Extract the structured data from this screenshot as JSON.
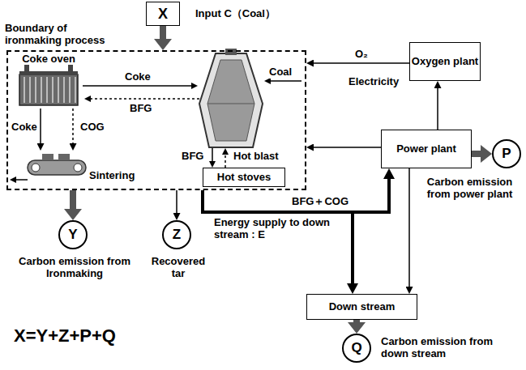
{
  "diagram": {
    "nodes": [
      {
        "text": [
          "X",
          "Input C（Coal）"
        ]
      },
      {
        "text": [
          "Boundary of ironmaking process"
        ]
      },
      {
        "text": [
          "Coke oven"
        ],
        "in": 1
      },
      {
        "text": [
          "Sintering"
        ],
        "in": 1
      },
      {
        "text": [
          "Hot stoves"
        ],
        "in": 1
      },
      {
        "text": [
          "Oxygen plant"
        ]
      },
      {
        "text": [
          "Power plant"
        ]
      },
      {
        "text": [
          "P",
          "Carbon emission from power plant"
        ]
      },
      {
        "text": [
          "Y",
          "Carbon emission from Ironmaking"
        ]
      },
      {
        "text": [
          "Z",
          "Recovered tar"
        ]
      },
      {
        "text": [
          "Down stream"
        ]
      },
      {
        "text": [
          "Q",
          "Carbon emission from down stream"
        ]
      }
    ],
    "edges": [
      {
        "from": 0,
        "to": 1,
        "arrow": "to"
      },
      {
        "from": 2,
        "to": 3,
        "label": "Coke",
        "arrow": "to"
      },
      {
        "from": 2,
        "to": 3,
        "label": "COG",
        "arrow": "to"
      },
      {
        "from": 6,
        "to": 5,
        "label": "Electricity",
        "arrow": "to"
      },
      {
        "from": 5,
        "to": 1,
        "label": "O₂",
        "arrow": "to"
      },
      {
        "from": 6,
        "to": 1,
        "arrow": "to"
      },
      {
        "from": 6,
        "to": 7,
        "arrow": "to"
      },
      {
        "from": 1,
        "to": 8,
        "arrow": "to"
      },
      {
        "from": 1,
        "to": 9,
        "arrow": "to"
      },
      {
        "from": 1,
        "to": 10,
        "label": "Energy supply to down stream : E",
        "arrow": "to"
      },
      {
        "from": 1,
        "to": 6,
        "label": "BFG＋COG",
        "arrow": "to"
      },
      {
        "from": 6,
        "to": 10,
        "arrow": "to"
      },
      {
        "from": 10,
        "to": 11,
        "arrow": "to"
      }
    ],
    "labels": [
      "Coke",
      "BFG",
      "Coal",
      "BFG",
      "Hot blast",
      "X=Y+Z+P+Q"
    ]
  }
}
